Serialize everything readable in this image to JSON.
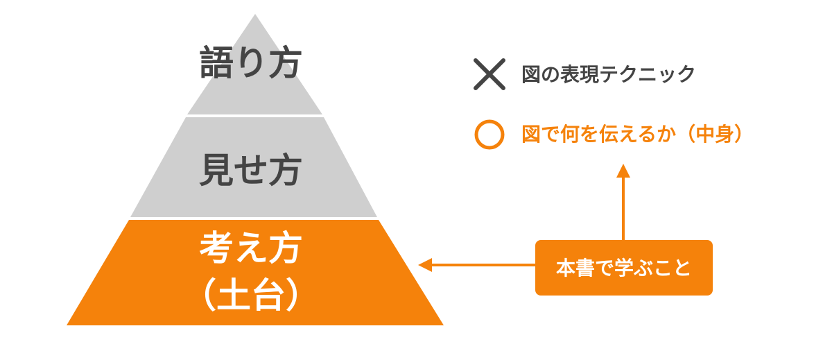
{
  "pyramid": {
    "top_label": "語り方",
    "middle_label": "見せ方",
    "base_label_line1": "考え方",
    "base_label_line2": "（土台）"
  },
  "legend": {
    "not_item": "図の表現テクニック",
    "yes_item": "図で何を伝えるか（中身）"
  },
  "callout": {
    "label": "本書で学ぶこと"
  },
  "colors": {
    "gray_tier": "#cfcfcf",
    "accent_orange": "#f5820b",
    "text_dark": "#444444",
    "text_white": "#ffffff"
  }
}
